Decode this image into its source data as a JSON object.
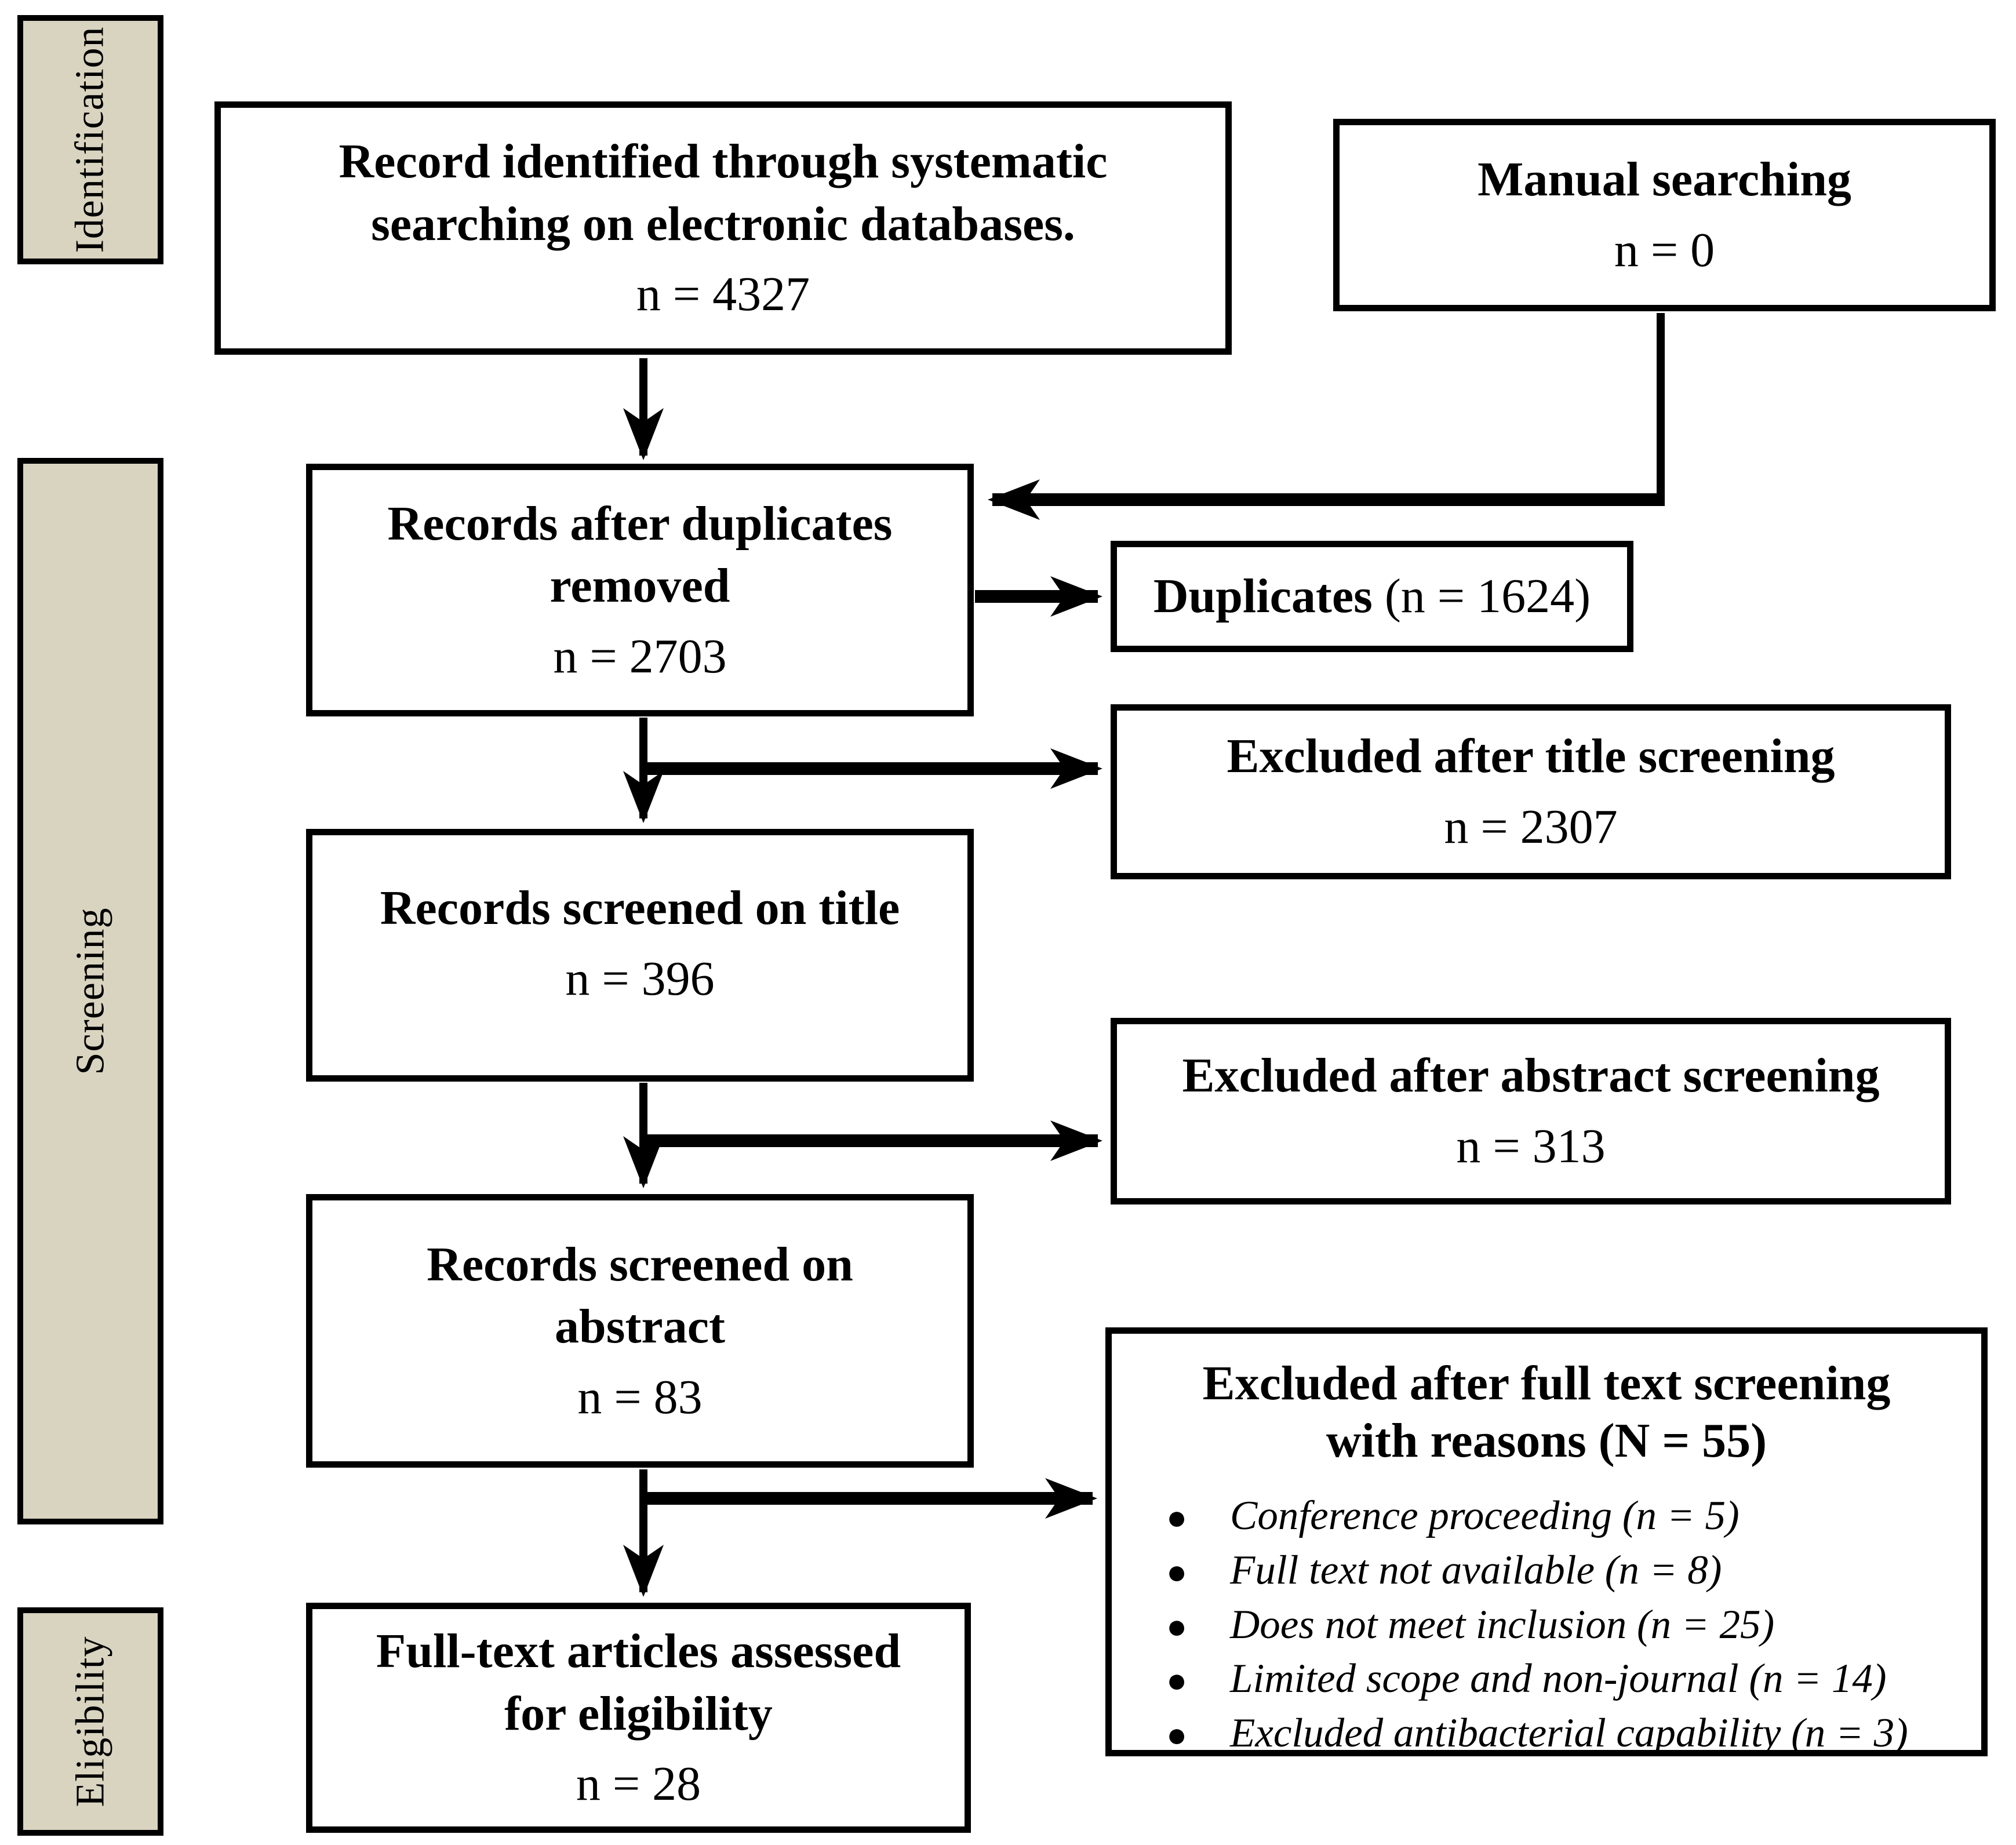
{
  "colors": {
    "label_fill": "#d9d4c0",
    "line": "#000000"
  },
  "stage_labels": {
    "identification": "Identification",
    "screening": "Screening",
    "eligibility": "Eligibility"
  },
  "boxes": {
    "identified": {
      "line1": "Record identified through systematic",
      "line2": "searching on electronic databases.",
      "count": "n = 4327"
    },
    "manual": {
      "title": "Manual searching",
      "count": "n = 0"
    },
    "dedup": {
      "line1": "Records after duplicates",
      "line2": "removed",
      "count": "n = 2703"
    },
    "duplicates": {
      "bold": "Duplicates",
      "rest": " (n = 1624)"
    },
    "excluded_title": {
      "title": "Excluded after title screening",
      "count": "n = 2307"
    },
    "screened_title": {
      "title": "Records screened on title",
      "count": "n = 396"
    },
    "excluded_abstract": {
      "title": "Excluded after abstract screening",
      "count": "n = 313"
    },
    "screened_abstract": {
      "line1": "Records screened on",
      "line2": "abstract",
      "count": "n = 83"
    },
    "excluded_fulltext": {
      "title_line1": "Excluded after full text screening",
      "title_line2": "with reasons (N = 55)",
      "bullets": [
        "Conference proceeding (n = 5)",
        "Full text not available (n = 8)",
        "Does not meet inclusion (n = 25)",
        "Limited scope and non-journal (n = 14)",
        "Excluded antibacterial capability (n = 3)"
      ]
    },
    "assessed": {
      "line1": "Full-text articles assessed",
      "line2": "for eligibility",
      "count": "n = 28"
    }
  }
}
